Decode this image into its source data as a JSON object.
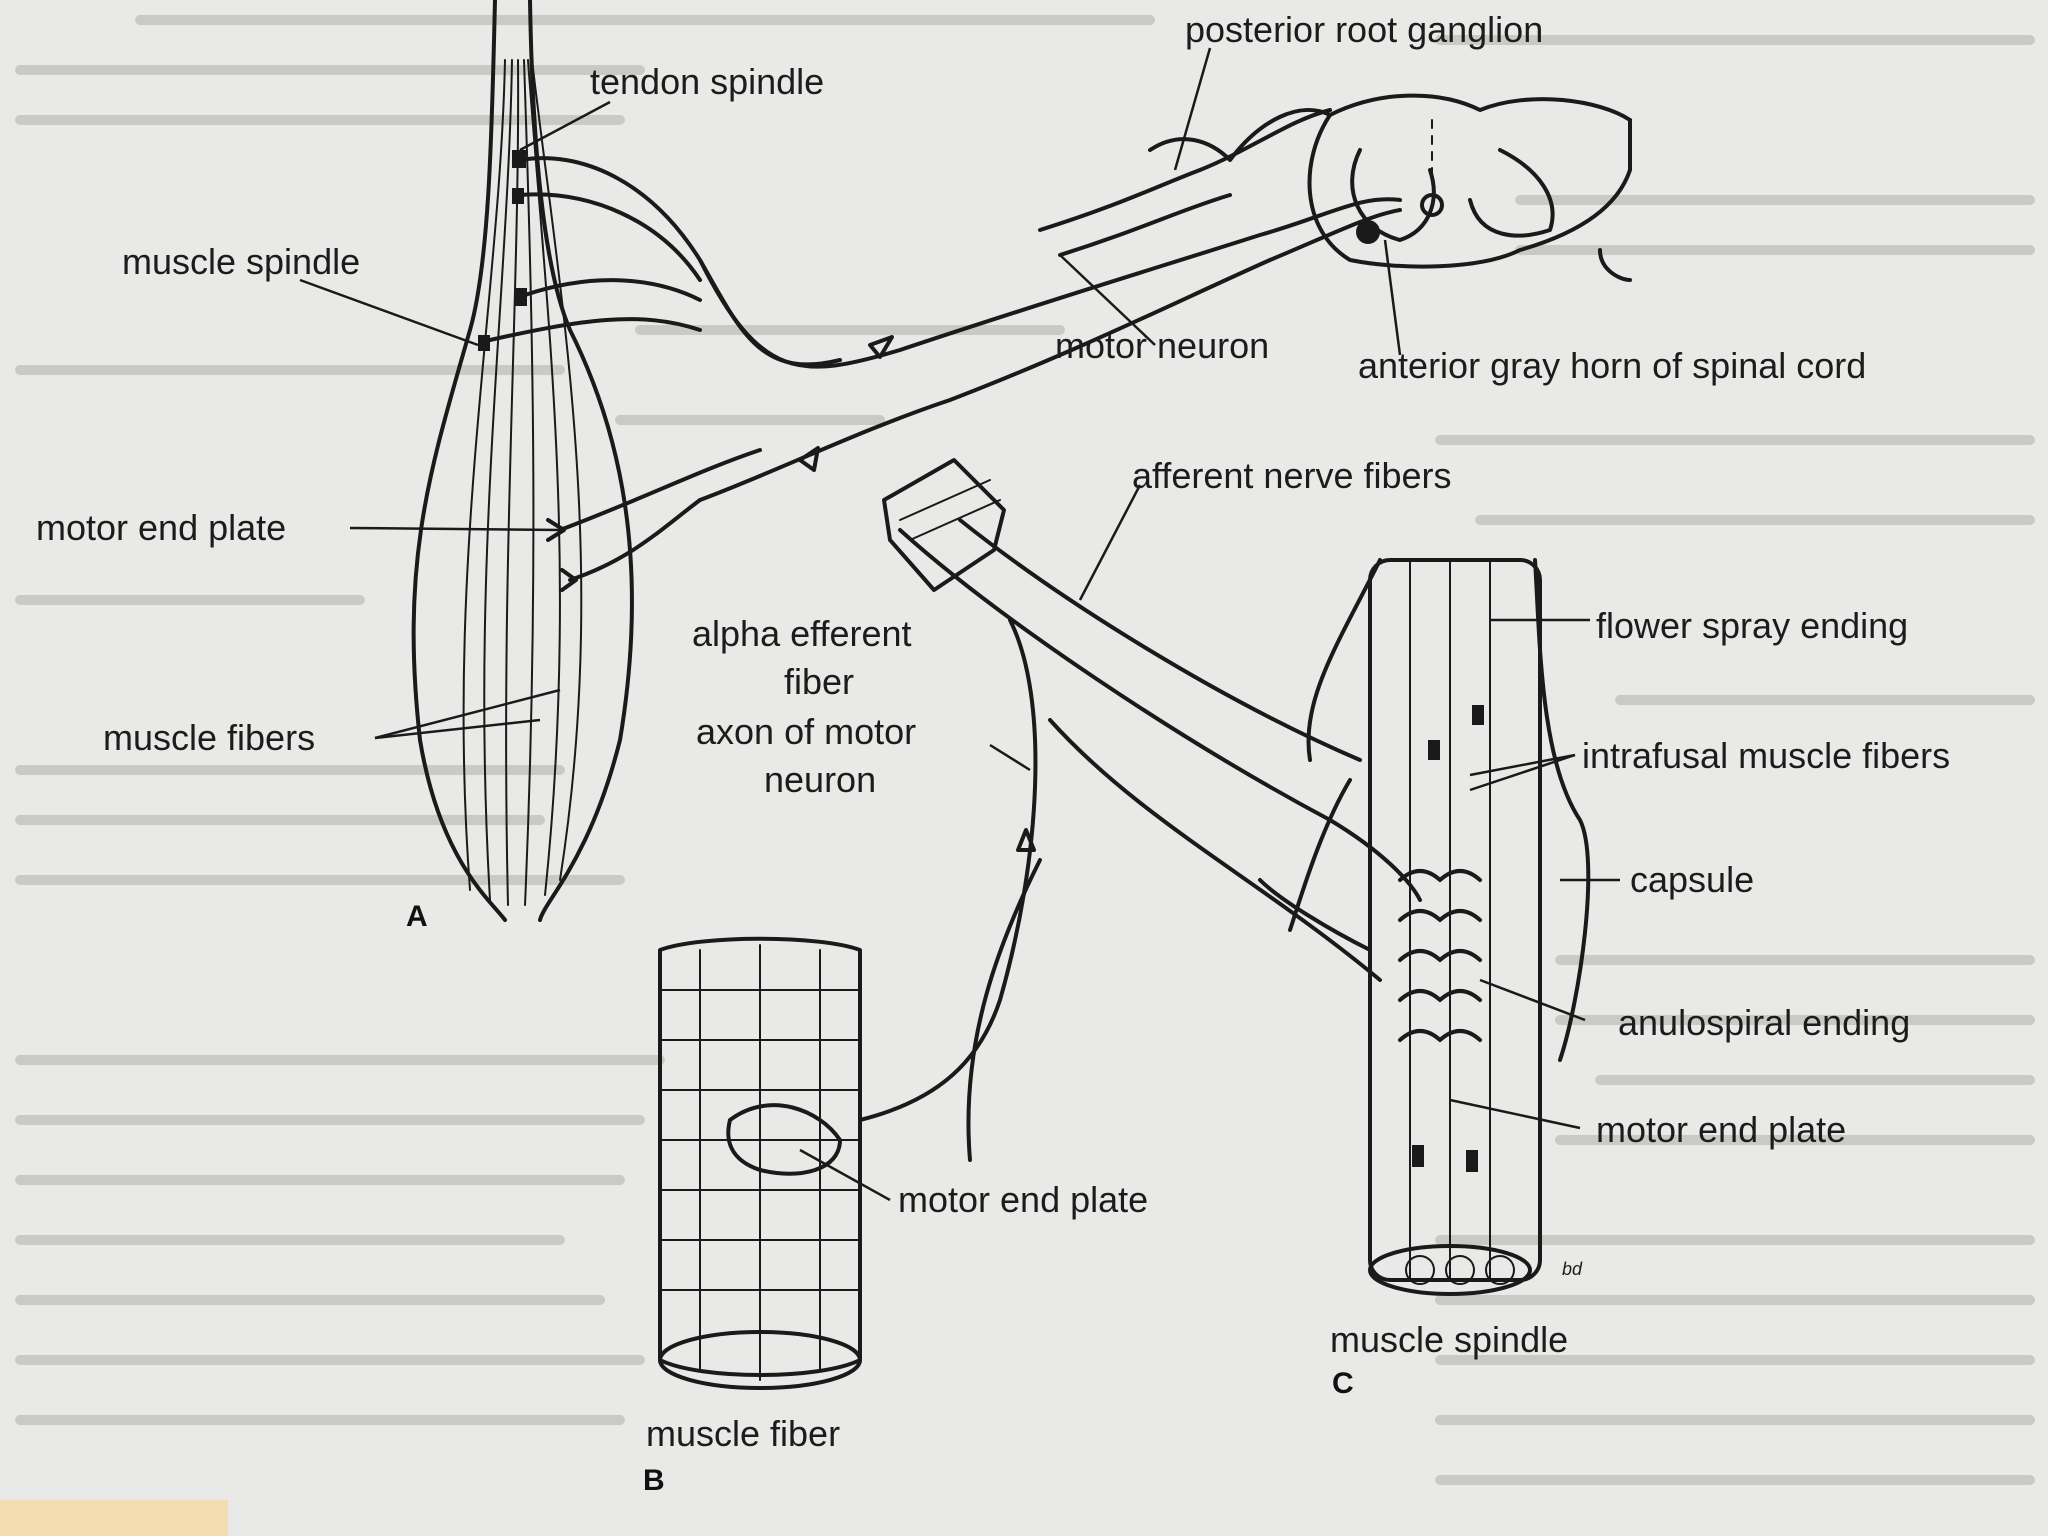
{
  "colors": {
    "background": "#e9e9e7",
    "ink": "#1a1a1a",
    "corner_tab": "#f3ddb0"
  },
  "panel_letters": {
    "a": "A",
    "b": "B",
    "c": "C"
  },
  "labels": {
    "posterior_root_ganglion": "posterior root ganglion",
    "tendon_spindle": "tendon spindle",
    "muscle_spindle_a": "muscle spindle",
    "motor_neuron": "motor neuron",
    "anterior_gray_horn": "anterior gray horn of spinal cord",
    "afferent_nerve_fibers": "afferent nerve fibers",
    "motor_end_plate_a": "motor end plate",
    "flower_spray_ending": "flower spray ending",
    "alpha_efferent_line1": "alpha efferent",
    "alpha_efferent_line2": "fiber",
    "axon_motor_neuron_line1": "axon of motor",
    "axon_motor_neuron_line2": "neuron",
    "muscle_fibers": "muscle fibers",
    "intrafusal_muscle_fibers": "intrafusal muscle fibers",
    "capsule": "capsule",
    "anulospiral_ending": "anulospiral ending",
    "motor_end_plate_c": "motor end plate",
    "motor_end_plate_b": "motor end plate",
    "muscle_spindle_c": "muscle spindle",
    "muscle_fiber_b": "muscle fiber",
    "artist_mark": "bd"
  }
}
